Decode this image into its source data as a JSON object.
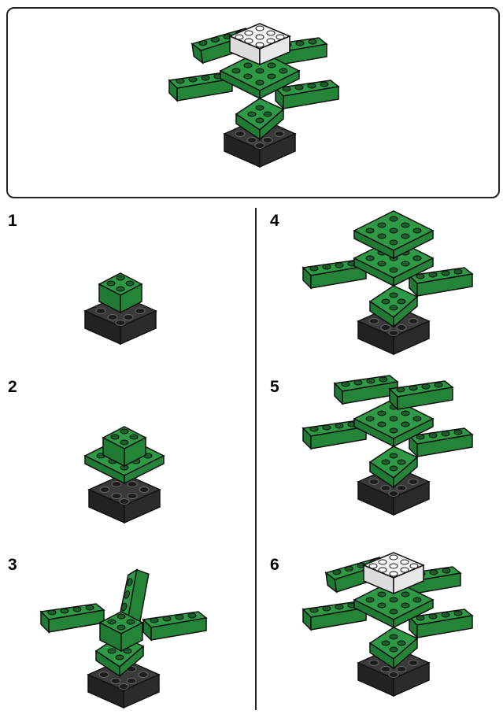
{
  "steps": [
    {
      "number": "1"
    },
    {
      "number": "2"
    },
    {
      "number": "3"
    },
    {
      "number": "4"
    },
    {
      "number": "5"
    },
    {
      "number": "6"
    }
  ],
  "colors": {
    "green": "#2e9a45",
    "green_dark": "#1f7a33",
    "green_side": "#248539",
    "black": "#2b2b2b",
    "white": "#f2f2f2",
    "outline": "#111111"
  }
}
